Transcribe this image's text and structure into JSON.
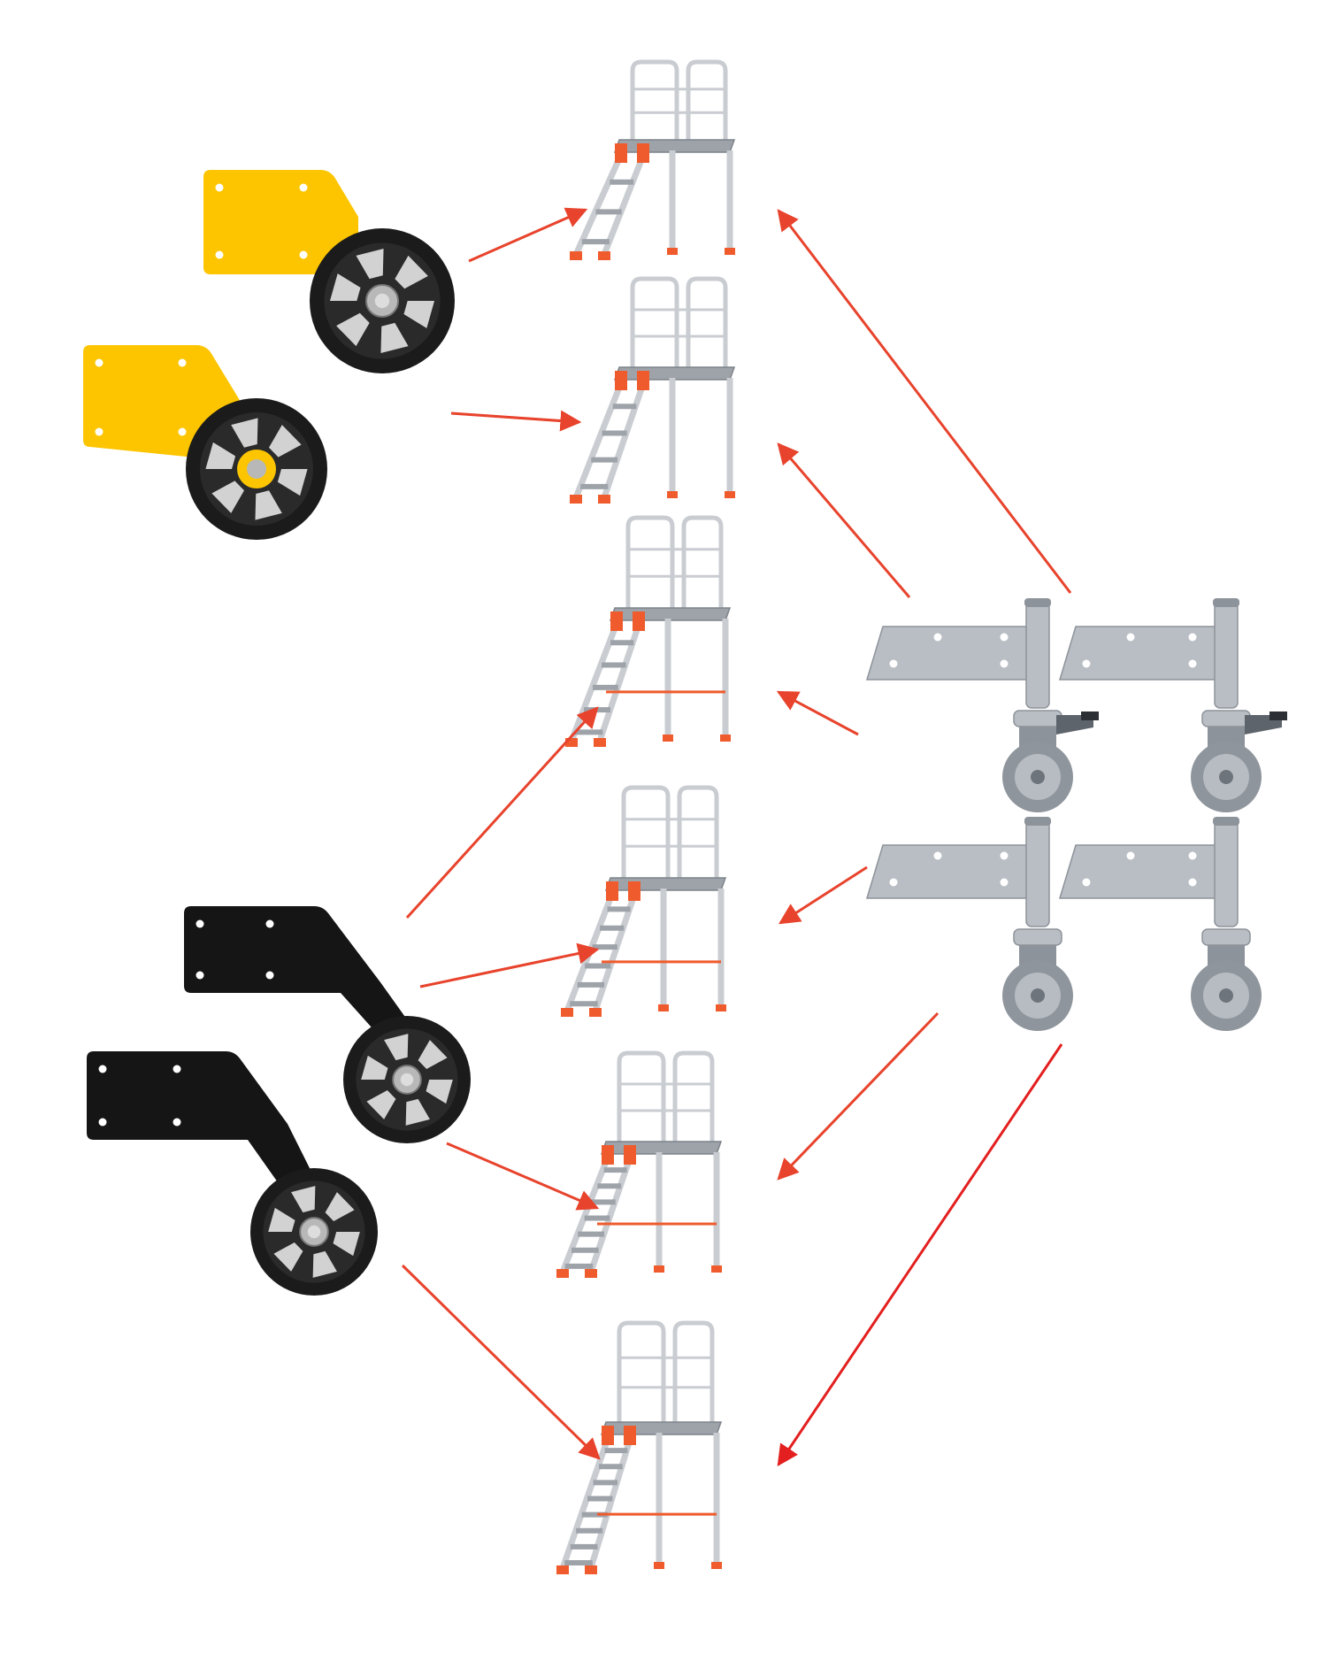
{
  "colors": {
    "background": "#ffffff",
    "arrow": "#e8432c",
    "arrow_dark": "#e31f1f",
    "yellow_plate": "#fcc500",
    "black_plate": "#151515",
    "tyre": "#1b1b1b",
    "hub": "#2a2a2a",
    "hub_window": "#e4e4e4",
    "axle": "#b8b8b8",
    "ladder_frame": "#c9ccd1",
    "ladder_shade": "#9ea3aa",
    "ladder_accent": "#ef5b2c",
    "galvanised": "#b9bec4",
    "galvanised_dark": "#8d939a",
    "caster_tyre": "#8f959c"
  },
  "icons": {
    "ladder": "ladder-icon",
    "yellow_wheel_bracket": "yellow-wheel-bracket-icon",
    "black_wheel_bracket": "black-wheel-bracket-icon",
    "swivel_caster": "swivel-caster-icon",
    "arrow": "arrow-icon"
  },
  "ladders": [
    {
      "id": "ladder-1",
      "steps": 3
    },
    {
      "id": "ladder-2",
      "steps": 4
    },
    {
      "id": "ladder-3",
      "steps": 5
    },
    {
      "id": "ladder-4",
      "steps": 6
    },
    {
      "id": "ladder-5",
      "steps": 7
    },
    {
      "id": "ladder-6",
      "steps": 8
    }
  ],
  "wheel_kits": [
    {
      "id": "yellow-bracket-wheel-large",
      "color": "yellow"
    },
    {
      "id": "yellow-bracket-wheel-small",
      "color": "yellow"
    },
    {
      "id": "black-bracket-wheel-upper",
      "color": "black"
    },
    {
      "id": "black-bracket-wheel-lower",
      "color": "black"
    },
    {
      "id": "caster-pair-braked-left",
      "color": "galvanised",
      "braked": true
    },
    {
      "id": "caster-pair-braked-right",
      "color": "galvanised",
      "braked": true
    },
    {
      "id": "caster-pair-plain-left",
      "color": "galvanised",
      "braked": false
    },
    {
      "id": "caster-pair-plain-right",
      "color": "galvanised",
      "braked": false
    }
  ],
  "connections": [
    {
      "from": "yellow-bracket-wheel-large",
      "to": "ladder-1"
    },
    {
      "from": "yellow-bracket-wheel-small",
      "to": "ladder-2"
    },
    {
      "from": "braked-casters",
      "to": "ladder-1"
    },
    {
      "from": "braked-casters",
      "to": "ladder-2"
    },
    {
      "from": "braked-casters",
      "to": "ladder-3"
    },
    {
      "from": "black-bracket-wheels",
      "to": "ladder-3"
    },
    {
      "from": "black-bracket-wheels",
      "to": "ladder-4"
    },
    {
      "from": "plain-casters",
      "to": "ladder-4"
    },
    {
      "from": "black-bracket-wheels",
      "to": "ladder-5"
    },
    {
      "from": "plain-casters",
      "to": "ladder-5"
    },
    {
      "from": "black-bracket-wheels",
      "to": "ladder-6"
    },
    {
      "from": "plain-casters",
      "to": "ladder-6"
    }
  ]
}
